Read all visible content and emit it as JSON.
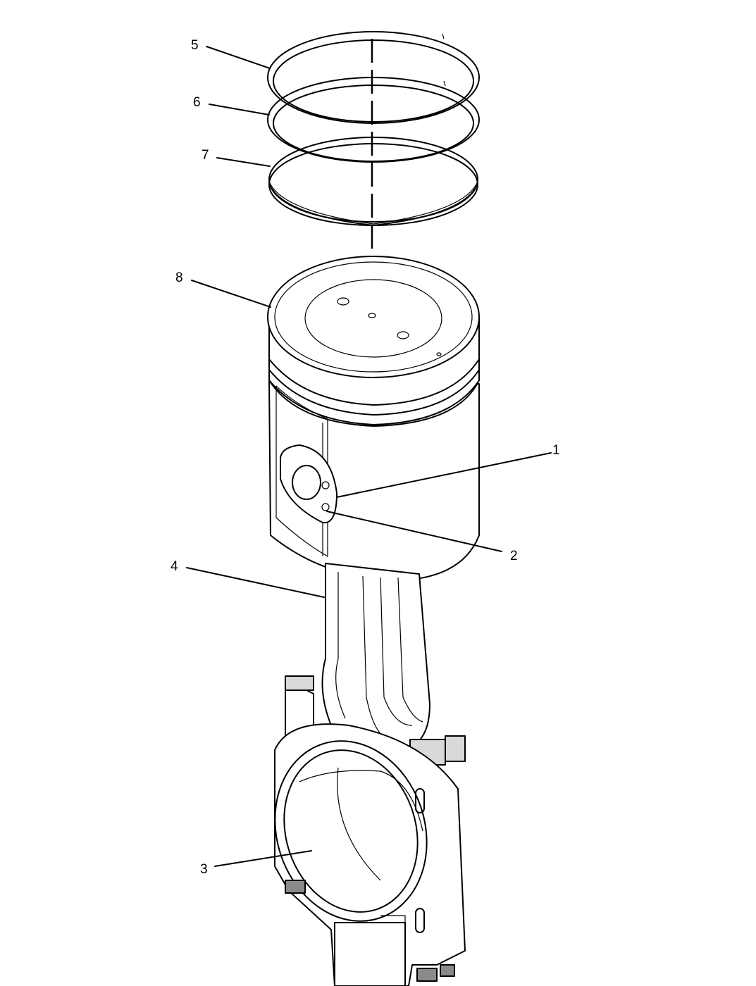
{
  "callouts": [
    {
      "id": "5",
      "label": "5"
    },
    {
      "id": "6",
      "label": "6"
    },
    {
      "id": "7",
      "label": "7"
    },
    {
      "id": "8",
      "label": "8"
    },
    {
      "id": "1",
      "label": "1"
    },
    {
      "id": "2",
      "label": "2"
    },
    {
      "id": "4",
      "label": "4"
    },
    {
      "id": "3",
      "label": "3"
    }
  ],
  "colors": {
    "line": "#000000",
    "background": "#ffffff",
    "shade": "#d9d9d9"
  }
}
